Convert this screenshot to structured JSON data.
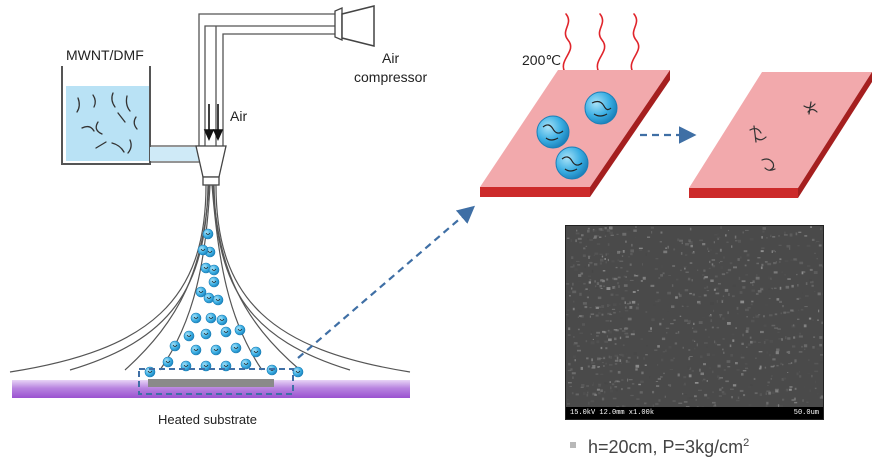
{
  "labels": {
    "ink": "MWNT/DMF",
    "air": "Air",
    "compressor_line1": "Air",
    "compressor_line2": "compressor",
    "temperature": "200℃",
    "substrate": "Heated substrate"
  },
  "sem": {
    "info_text": "15.0kV 12.0mm x1.00k",
    "scale_text": "50.0um"
  },
  "caption": {
    "h_text": "h=20cm, P=3kg/cm",
    "p_unit_sup": "2"
  },
  "colors": {
    "liquid": "#b9e2f5",
    "droplet": "#33aee3",
    "substrate_pink": "#f2a9ac",
    "substrate_edge": "#cc2a2a",
    "heated_plate": "#a868d8",
    "arrow_blue": "#3f6fa5",
    "heat_wave": "#e0242b"
  }
}
